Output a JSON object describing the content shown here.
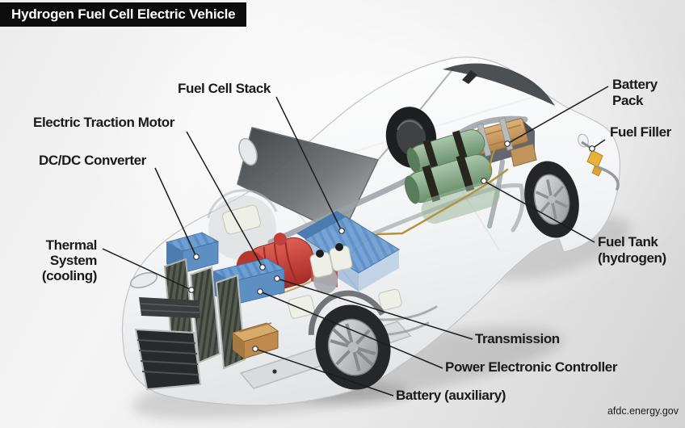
{
  "title": "Hydrogen Fuel Cell Electric Vehicle",
  "source": "afdc.energy.gov",
  "labels": {
    "fuel_cell_stack": "Fuel Cell Stack",
    "electric_traction_motor": "Electric Traction Motor",
    "dc_dc_converter": "DC/DC Converter",
    "thermal_system_line1": "Thermal",
    "thermal_system_line2": "System",
    "thermal_system_line3": "(cooling)",
    "battery_pack_line1": "Battery",
    "battery_pack_line2": "Pack",
    "fuel_filler": "Fuel Filler",
    "fuel_tank_line1": "Fuel Tank",
    "fuel_tank_line2": "(hydrogen)",
    "transmission": "Transmission",
    "power_electronic_controller": "Power Electronic Controller",
    "battery_auxiliary": "Battery (auxiliary)"
  },
  "colors": {
    "title_bar_bg": "#0c0c0c",
    "title_text": "#ffffff",
    "label_text": "#1a1a1a",
    "leader_line": "#1c1c1c",
    "component_blue": "#6fa0d4",
    "motor_red": "#c9463f",
    "tank_green": "#86ab88",
    "battery_pack_tan": "#c79a5e",
    "aux_battery_orange": "#d2a368",
    "radiator_dark": "#4e534c",
    "fuel_line_gold": "#b5923f",
    "fuel_nozzle_yellow": "#e6b23c"
  },
  "components": [
    {
      "name": "Fuel Cell Stack",
      "color": "#6fa0d4"
    },
    {
      "name": "Electric Traction Motor",
      "color": "#c9463f"
    },
    {
      "name": "DC/DC Converter",
      "color": "#6fa0d4"
    },
    {
      "name": "Thermal System (cooling)",
      "color": "#4e534c"
    },
    {
      "name": "Battery Pack",
      "color": "#c79a5e"
    },
    {
      "name": "Fuel Filler",
      "color": "#e6b23c"
    },
    {
      "name": "Fuel Tank (hydrogen)",
      "color": "#86ab88"
    },
    {
      "name": "Transmission",
      "color": "#9aa0a5"
    },
    {
      "name": "Power Electronic Controller",
      "color": "#6fa0d4"
    },
    {
      "name": "Battery (auxiliary)",
      "color": "#d2a368"
    }
  ]
}
